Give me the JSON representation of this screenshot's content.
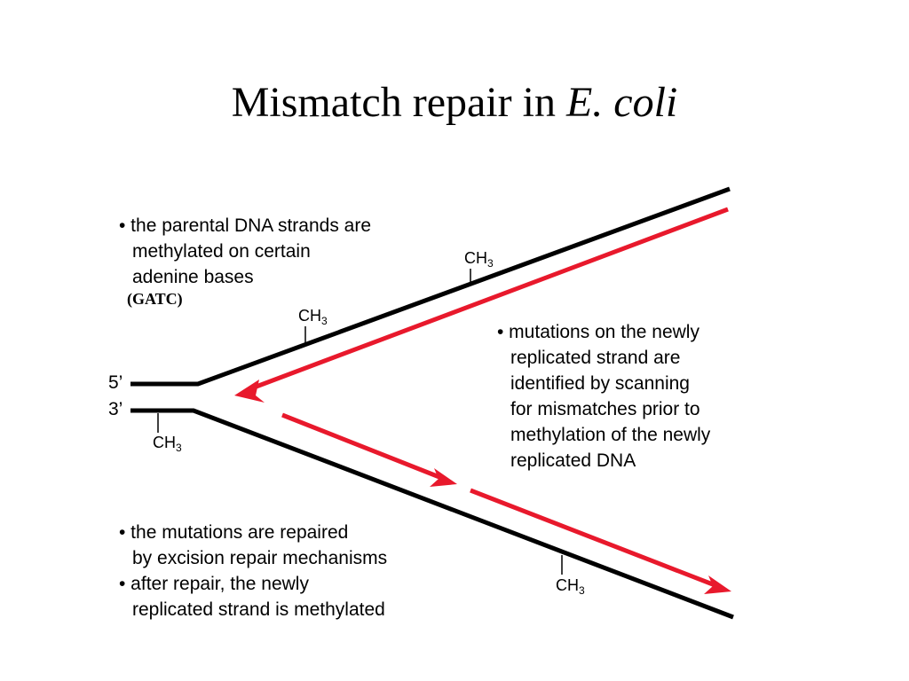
{
  "title": {
    "main": "Mismatch repair in ",
    "italic": "E. coli"
  },
  "colors": {
    "strand": "#000000",
    "new_strand": "#e8192c"
  },
  "labels": {
    "five_prime": "5’",
    "three_prime": "3’",
    "gatc": "(GATC)",
    "ch": "CH",
    "three": "3"
  },
  "notes": {
    "parental": [
      "• the parental DNA strands are",
      "methylated on certain",
      "adenine bases"
    ],
    "mutations": [
      "• mutations on the newly",
      "replicated strand are",
      "identified by scanning",
      "for mismatches prior to",
      "methylation of the newly",
      "replicated DNA"
    ],
    "repair": [
      "• the mutations are repaired",
      "by excision repair mechanisms",
      "• after repair, the newly",
      "replicated strand is methylated"
    ]
  }
}
